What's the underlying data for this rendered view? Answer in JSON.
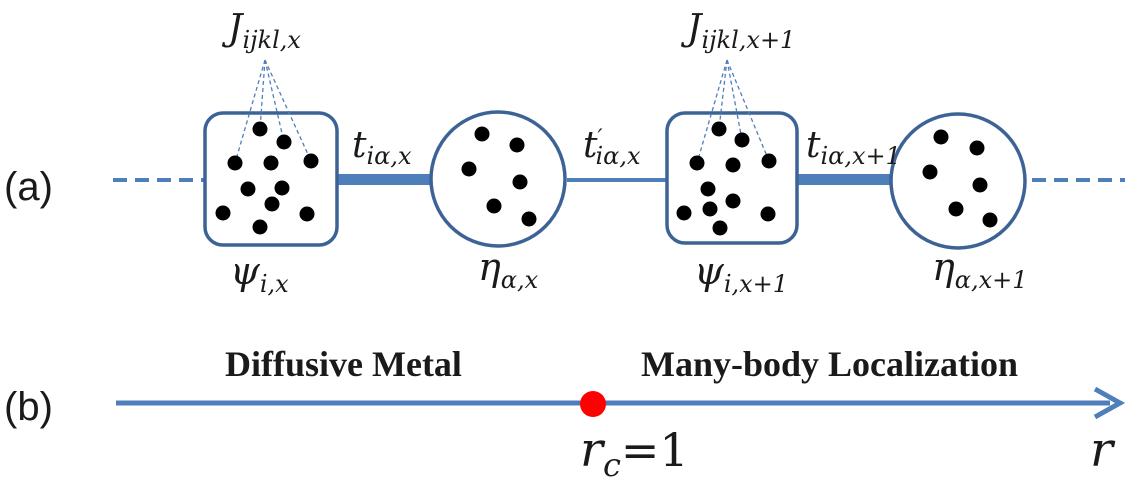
{
  "panels": {
    "a": {
      "label": "(a)"
    },
    "b": {
      "label": "(b)"
    }
  },
  "chain": {
    "coupling_left": {
      "main": "J",
      "sub": "ijkl,x"
    },
    "coupling_right": {
      "main": "J",
      "sub": "ijkl,x+1"
    },
    "hop_1": {
      "main": "t",
      "sub": "iα,x"
    },
    "hop_2": {
      "main": "t",
      "prime": "′",
      "sub": "iα,x"
    },
    "hop_3": {
      "main": "t",
      "sub": "iα,x+1"
    },
    "site_psi_1": {
      "main": "ψ",
      "sub": "i,x"
    },
    "site_eta_1": {
      "main": "η",
      "sub": "α,x"
    },
    "site_psi_2": {
      "main": "ψ",
      "sub": "i,x+1"
    },
    "site_eta_2": {
      "main": "η",
      "sub": "α,x+1"
    }
  },
  "phase_axis": {
    "left_phase": "Diffusive Metal",
    "right_phase": "Many-body Localization",
    "critical_main": "r",
    "critical_sub": "c",
    "critical_value": "=1",
    "axis_label": "r"
  },
  "colors": {
    "line": "#4f7fba",
    "box_stroke": "#3d6396",
    "dot": "#000000",
    "critical_point": "#ff0000"
  }
}
